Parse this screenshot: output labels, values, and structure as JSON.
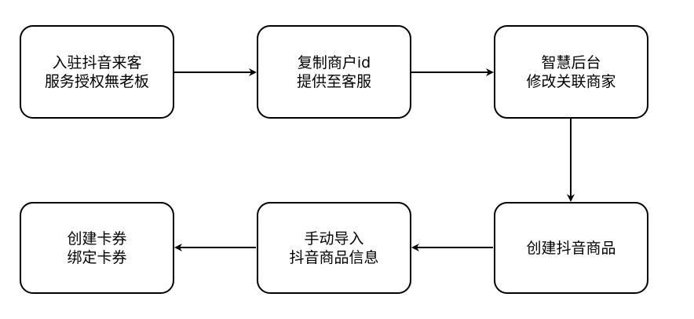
{
  "nodes": [
    {
      "id": "n1",
      "lines": [
        "入驻抖音来客",
        "服务授权無老板"
      ]
    },
    {
      "id": "n2",
      "lines": [
        "复制商户id",
        "提供至客服"
      ]
    },
    {
      "id": "n3",
      "lines": [
        "智慧后台",
        "修改关联商家"
      ]
    },
    {
      "id": "n4",
      "lines": [
        "创建抖音商品"
      ]
    },
    {
      "id": "n5",
      "lines": [
        "手动导入",
        "抖音商品信息"
      ]
    },
    {
      "id": "n6",
      "lines": [
        "创建卡券",
        "绑定卡券"
      ]
    }
  ],
  "edges": [
    {
      "from": "n1",
      "to": "n2"
    },
    {
      "from": "n2",
      "to": "n3"
    },
    {
      "from": "n3",
      "to": "n4"
    },
    {
      "from": "n4",
      "to": "n5"
    },
    {
      "from": "n5",
      "to": "n6"
    }
  ],
  "colors": {
    "stroke": "#000000",
    "background": "#ffffff",
    "text": "#000000"
  }
}
